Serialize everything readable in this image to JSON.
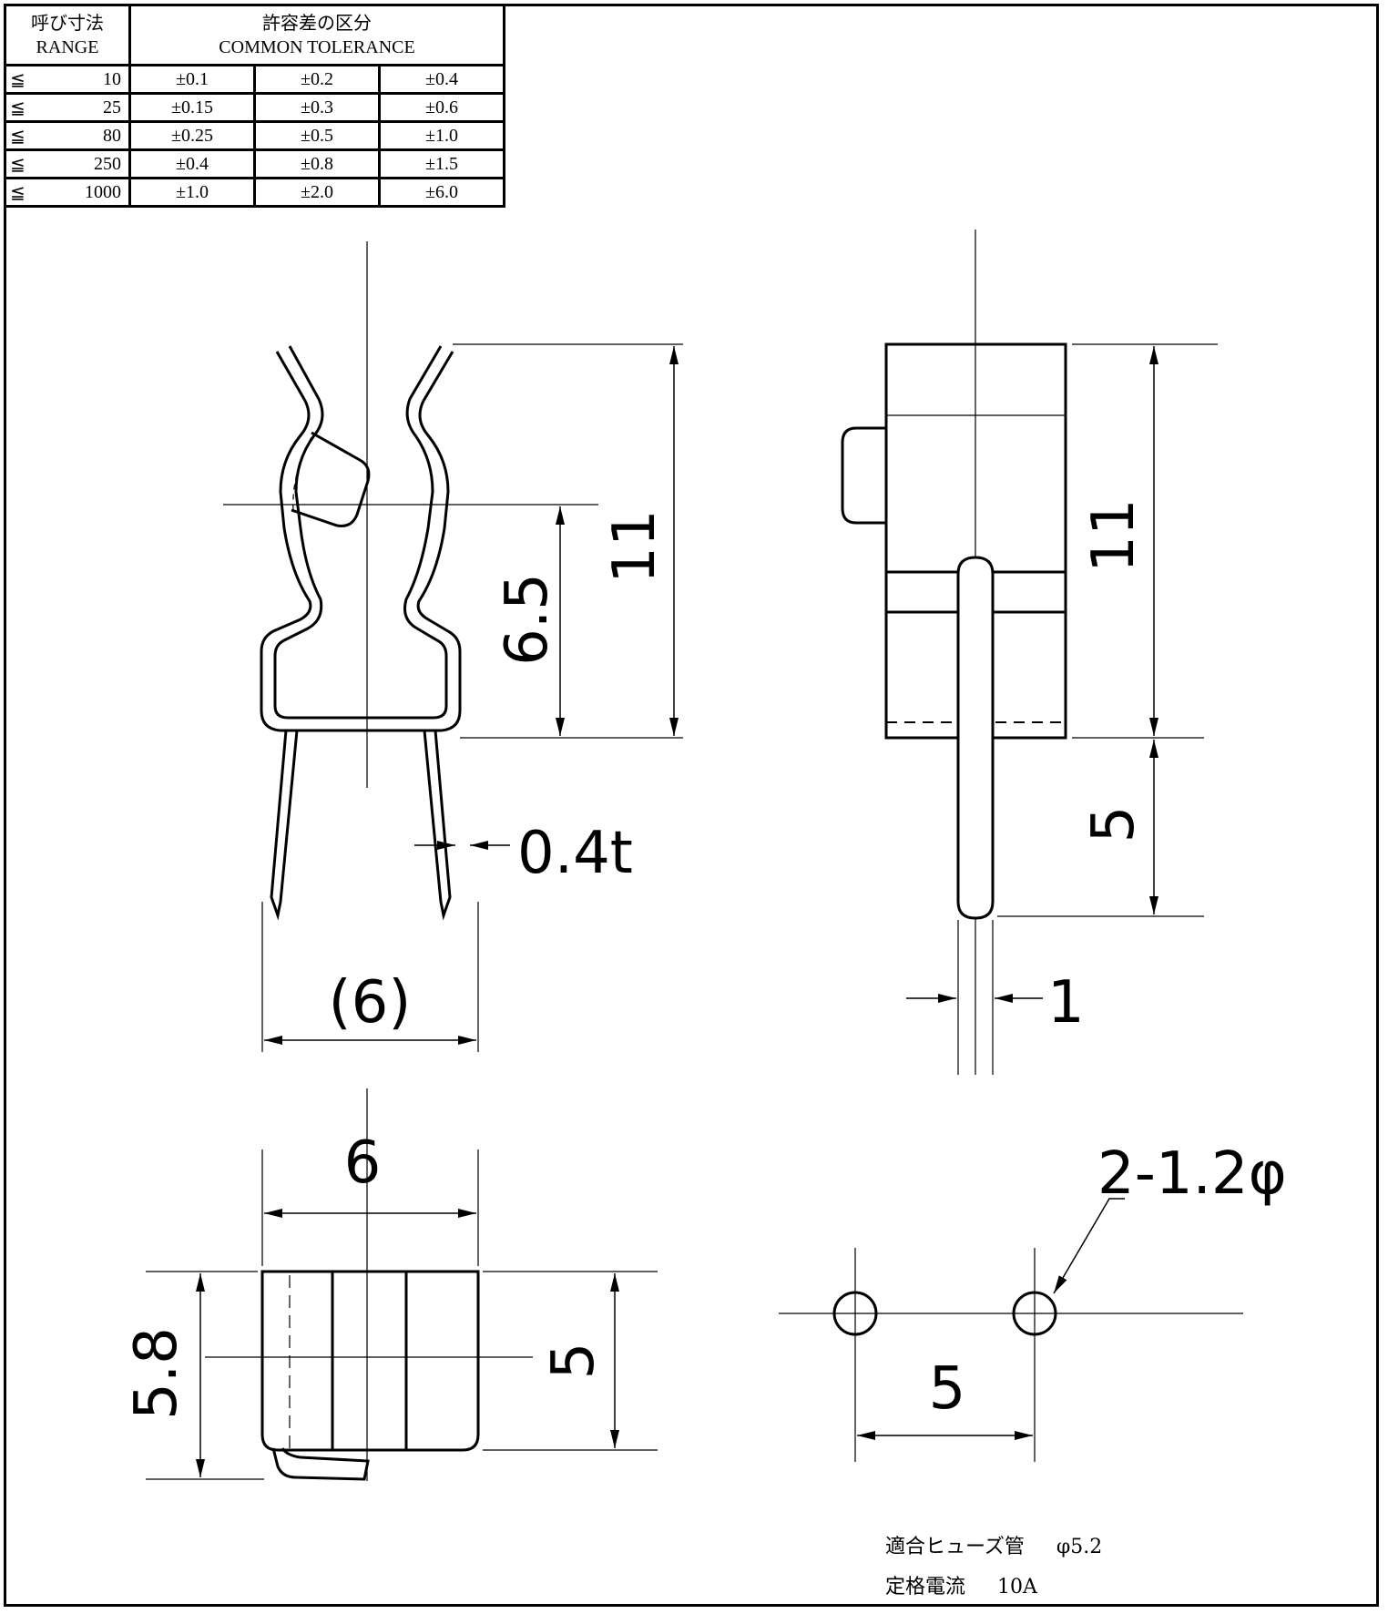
{
  "tolerance_table": {
    "header": {
      "range_jp": "呼び寸法",
      "range_en": "RANGE",
      "tol_jp": "許容差の区分",
      "tol_en": "COMMON TOLERANCE"
    },
    "le_symbol": "≦",
    "rows": [
      {
        "range": "10",
        "t1": "±0.1",
        "t2": "±0.2",
        "t3": "±0.4"
      },
      {
        "range": "25",
        "t1": "±0.15",
        "t2": "±0.3",
        "t3": "±0.6"
      },
      {
        "range": "80",
        "t1": "±0.25",
        "t2": "±0.5",
        "t3": "±1.0"
      },
      {
        "range": "250",
        "t1": "±0.4",
        "t2": "±0.8",
        "t3": "±1.5"
      },
      {
        "range": "1000",
        "t1": "±1.0",
        "t2": "±2.0",
        "t3": "±6.0"
      }
    ]
  },
  "dimensions": {
    "front_height": "11",
    "front_clip_height": "6.5",
    "thickness": "0.4t",
    "front_width": "(6)",
    "side_height": "11",
    "side_pin_length": "5",
    "side_pin_width": "1",
    "bottom_width": "6",
    "bottom_depth_total": "5.8",
    "bottom_depth": "5",
    "hole_spec": "2-1.2φ",
    "hole_pitch": "5"
  },
  "notes": {
    "fuse_label": "適合ヒューズ管",
    "fuse_value": "φ5.2",
    "rating_label": "定格電流",
    "rating_value": "10A"
  }
}
